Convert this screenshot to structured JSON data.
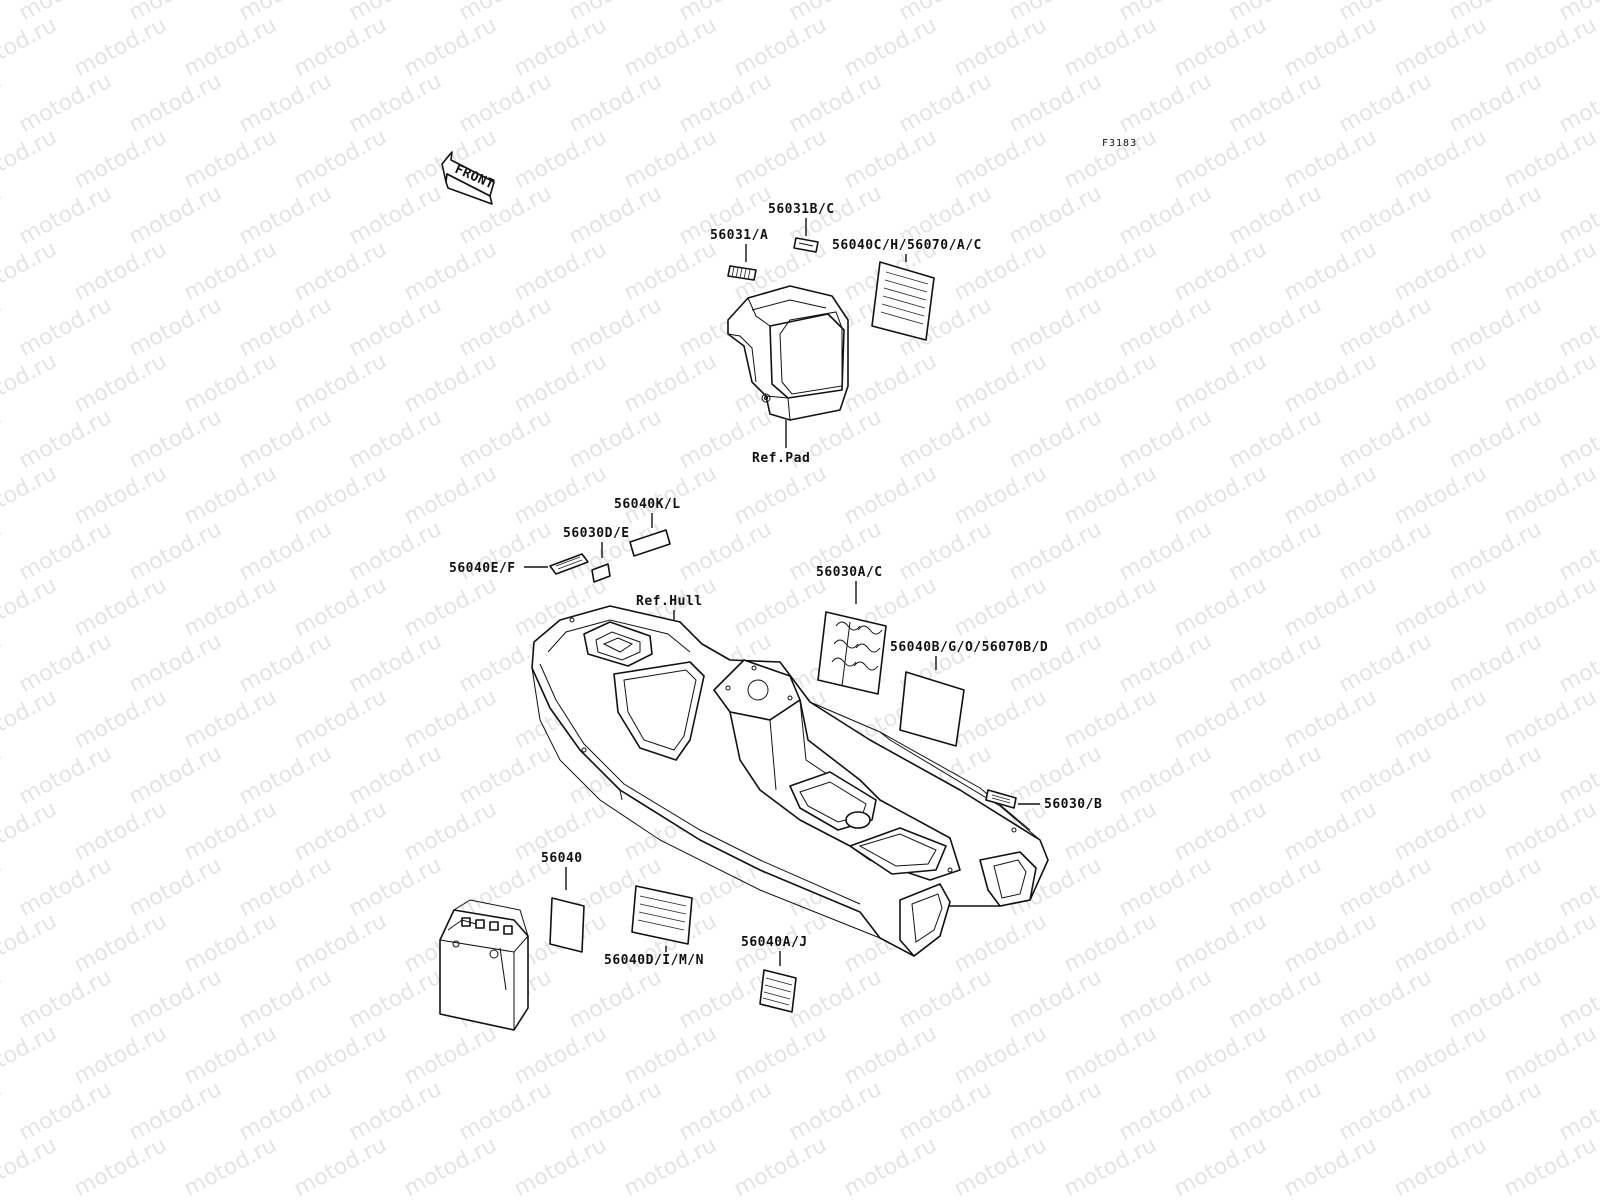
{
  "figure_code": "F3183",
  "watermark": "motod.ru",
  "front_arrow": {
    "label": "FRONT",
    "icon": "front-arrow-icon"
  },
  "labels": {
    "p56031b_c": "56031B/C",
    "p56031_a": "56031/A",
    "p56040c_h": "56040C/H/56070/A/C",
    "ref_pad": "Ref.Pad",
    "p56040k_l": "56040K/L",
    "p56030d_e": "56030D/E",
    "p56040e_f": "56040E/F",
    "ref_hull": "Ref.Hull",
    "p56030a_c": "56030A/C",
    "p56040b_g": "56040B/G/O/56070B/D",
    "p56030_b": "56030/B",
    "p56040": "56040",
    "p56040d_i": "56040D/I/M/N",
    "p56040a_j": "56040A/J"
  }
}
